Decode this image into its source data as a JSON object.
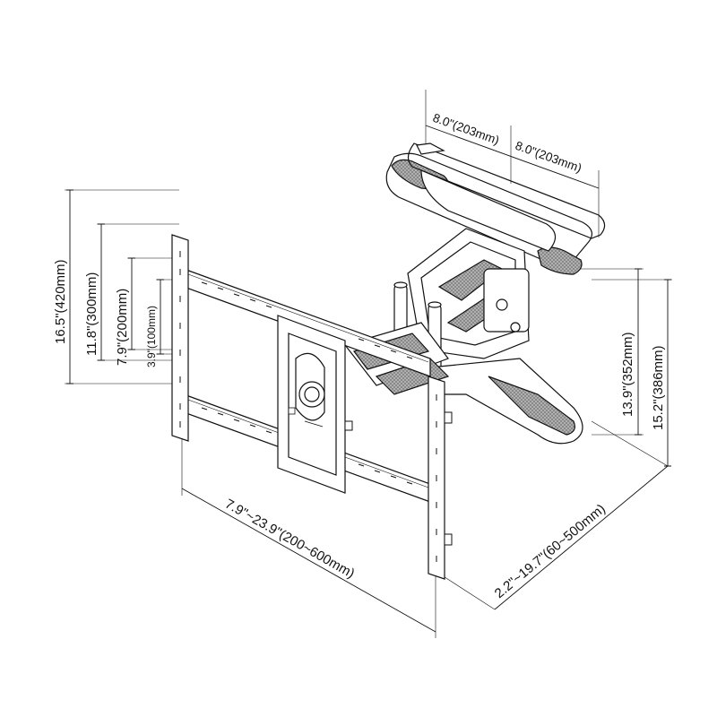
{
  "dimensions": {
    "vesa_v_420": "16.5\"(420mm)",
    "vesa_v_300": "11.8\"(300mm)",
    "vesa_v_200": "7.9\"(200mm)",
    "vesa_v_100": "3.9\"(100mm)",
    "vesa_h_range": "7.9\"~23.9\"(200~600mm)",
    "extension_range": "2.2\"~19.7\"(60~500mm)",
    "wall_plate_left": "8.0\"(203mm)",
    "wall_plate_right": "8.0\"(203mm)",
    "wall_plate_height_352": "13.9\"(352mm)",
    "wall_plate_height_386": "15.2\"(386mm)"
  },
  "colors": {
    "line": "#111111",
    "pad_fill": "#9a9a9a",
    "background": "#ffffff"
  }
}
